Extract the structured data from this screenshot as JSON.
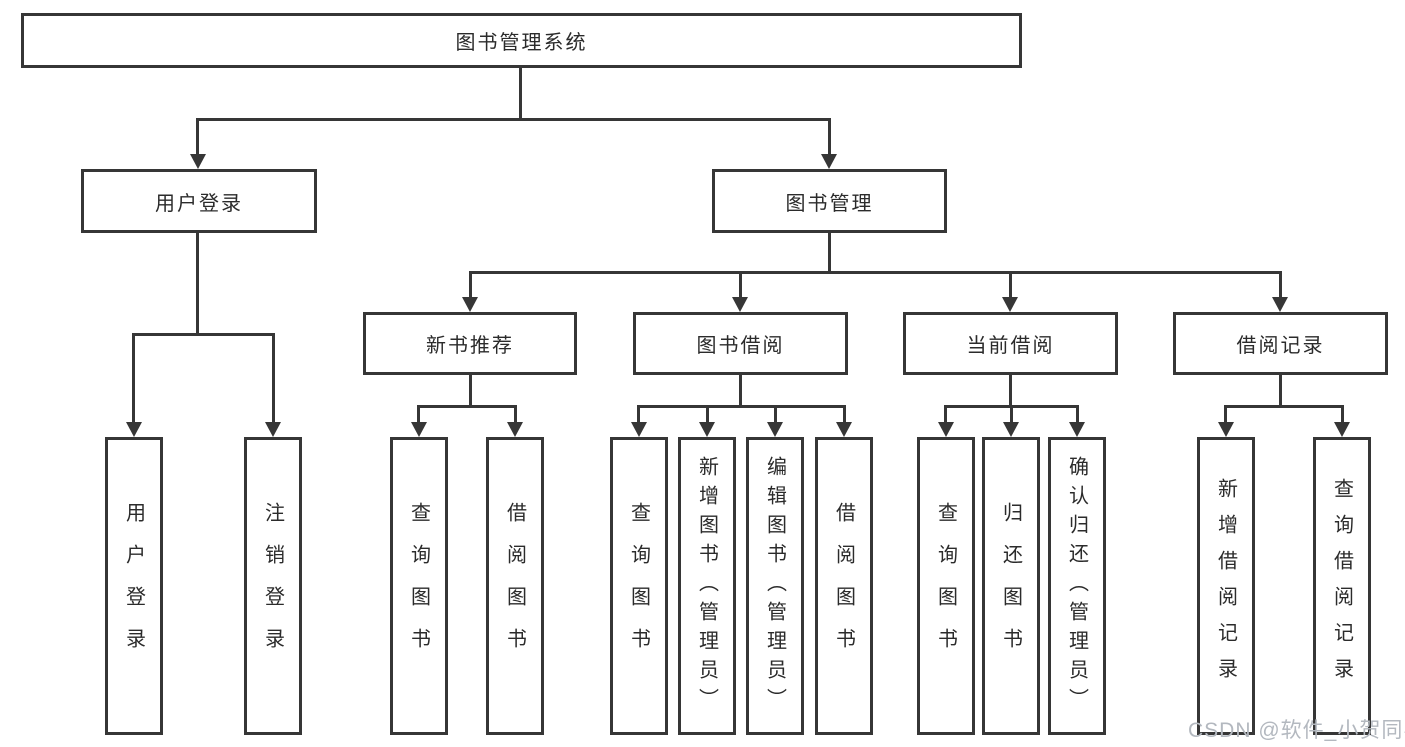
{
  "tree": {
    "root": {
      "label": "图书管理系统"
    },
    "level1": [
      {
        "label": "用户登录",
        "children": [
          "用户登录",
          "注销登录"
        ]
      },
      {
        "label": "图书管理"
      }
    ],
    "level2": [
      {
        "label": "新书推荐",
        "children": [
          "查询图书",
          "借阅图书"
        ]
      },
      {
        "label": "图书借阅",
        "children": [
          "查询图书",
          "新增图书（管理员）",
          "编辑图书（管理员）",
          "借阅图书"
        ]
      },
      {
        "label": "当前借阅",
        "children": [
          "查询图书",
          "归还图书",
          "确认归还（管理员）"
        ]
      },
      {
        "label": "借阅记录",
        "children": [
          "新增借阅记录",
          "查询借阅记录"
        ]
      }
    ]
  },
  "watermark": {
    "text": "CSDN @软件_小贺同学"
  },
  "colors": {
    "line": "#363636",
    "text": "#2b2b2b",
    "watermark": "#b3b8bf",
    "background": "#ffffff"
  }
}
